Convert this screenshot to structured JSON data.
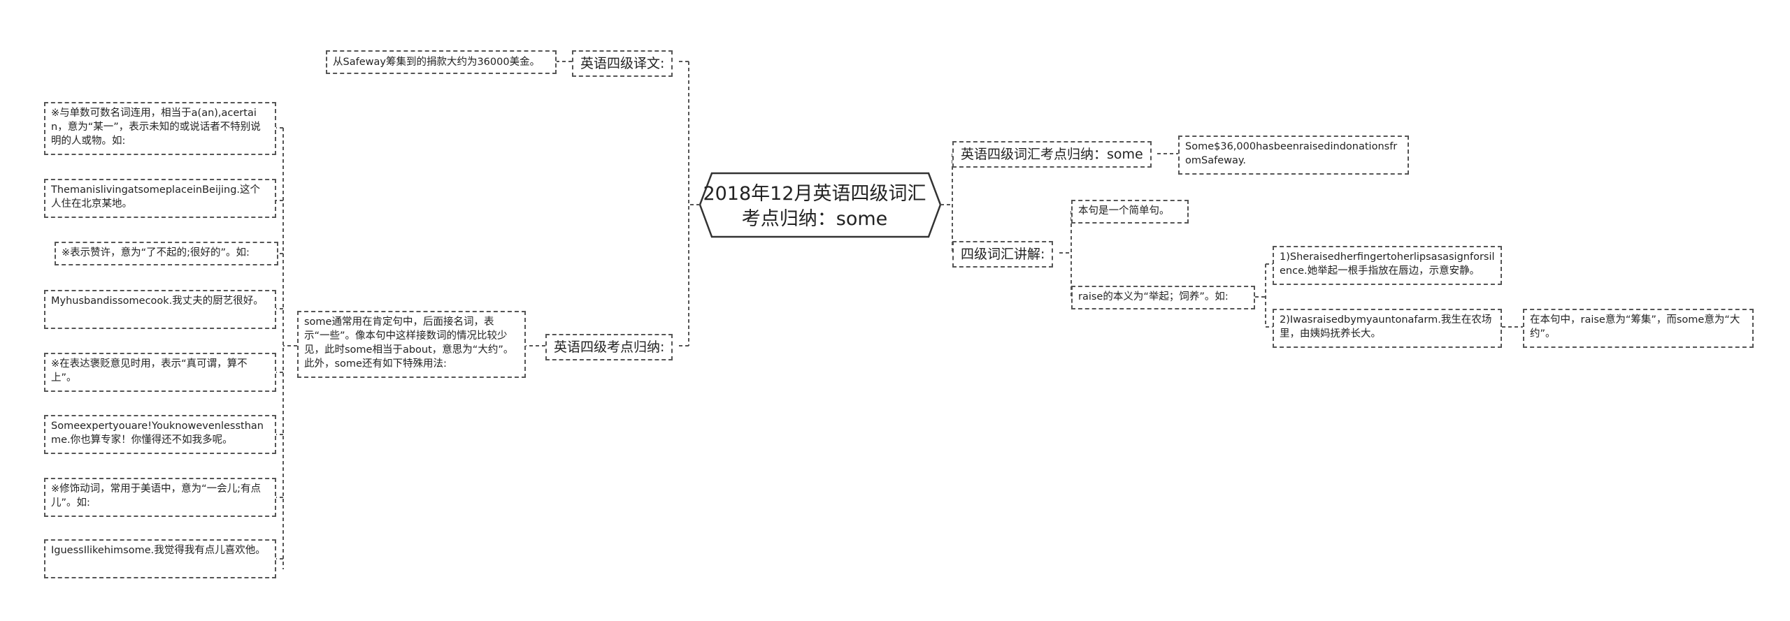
{
  "root": {
    "title": "2018年12月英语四级词汇考点归纳：some"
  },
  "branches": {
    "translation": {
      "label": "英语四级译文:",
      "child": "从Safeway筹集到的捐款大约为36000美金。"
    },
    "vocab_some": {
      "label": "英语四级词汇考点归纳：some",
      "child": "Some$36,000hasbeenraisedindonationsfromSafeway."
    },
    "vocab_explain": {
      "label": "四级词汇讲解:",
      "simple": "本句是一个简单句。",
      "raise": {
        "label": "raise的本义为“举起；饲养”。如:",
        "ex1": "1)Sheraisedherfingertoherlipsasasignforsilence.她举起一根手指放在唇边，示意安静。",
        "ex2": "2)Iwasraisedbymyauntonafarm.我生在农场里，由姨妈抚养长大。",
        "note": "在本句中，raise意为“筹集”，而some意为“大约”。"
      }
    },
    "exam_points": {
      "label": "英语四级考点归纳:",
      "desc": "some通常用在肯定句中，后面接名词，表示“一些”。像本句中这样接数词的情况比较少见，此时some相当于about，意思为“大约”。此外，some还有如下特殊用法:",
      "items": [
        "※与单数可数名词连用，相当于a(an),acertain，意为“某一”，表示未知的或说话者不特别说明的人或物。如:",
        "ThemanislivingatsomeplaceinBeijing.这个人住在北京某地。",
        "※表示赞许，意为“了不起的;很好的”。如:",
        "Myhusbandissomecook.我丈夫的厨艺很好。",
        "※在表达褒贬意见时用，表示“真可谓，算不上”。",
        "Someexpertyouare!Youknowevenlessthanme.你也算专家！你懂得还不如我多呢。",
        "※修饰动词，常用于美语中，意为“一会儿;有点儿”。如:",
        "IguessIlikehimsome.我觉得我有点儿喜欢他。"
      ]
    }
  }
}
